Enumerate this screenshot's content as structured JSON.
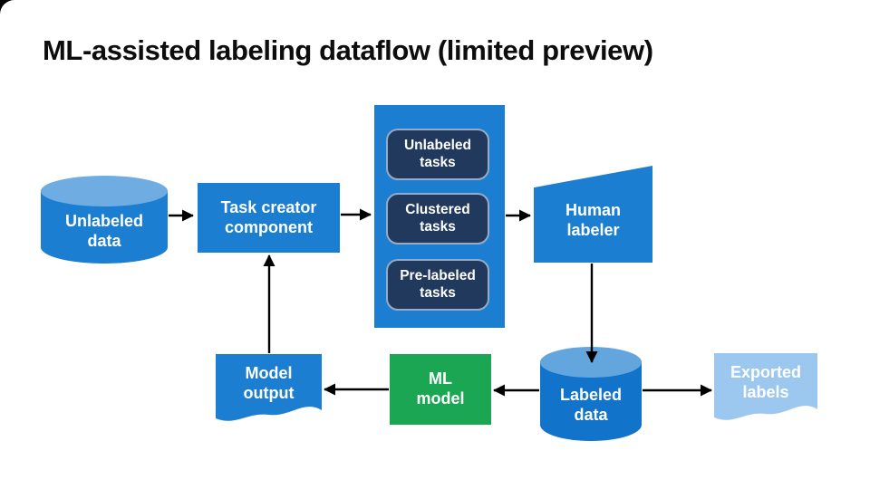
{
  "title": "ML-assisted labeling dataflow (limited preview)",
  "colors": {
    "primary_blue": "#1B7ED1",
    "deep_blue": "#1173C9",
    "cylinder_top_tint": "#6FACE1",
    "task_box_navy": "#20395C",
    "task_box_border": "#97ABC6",
    "green": "#1AA653",
    "light_blue": "#9CC8F0",
    "arrow": "#000000",
    "background": "#ffffff"
  },
  "nodes": {
    "unlabeled_data": {
      "label": "Unlabeled\ndata",
      "shape": "cylinder"
    },
    "task_creator": {
      "label": "Task creator\ncomponent",
      "shape": "rectangle"
    },
    "task_panel": {
      "shape": "rectangle",
      "items": [
        {
          "label": "Unlabeled\ntasks"
        },
        {
          "label": "Clustered\ntasks"
        },
        {
          "label": "Pre-labeled\ntasks"
        }
      ]
    },
    "human_labeler": {
      "label": "Human\nlabeler",
      "shape": "slanted-rectangle"
    },
    "model_output": {
      "label": "Model\noutput",
      "shape": "document"
    },
    "ml_model": {
      "label": "ML\nmodel",
      "shape": "rectangle"
    },
    "labeled_data": {
      "label": "Labeled\ndata",
      "shape": "cylinder"
    },
    "exported_labels": {
      "label": "Exported\nlabels",
      "shape": "document"
    }
  },
  "edges": [
    {
      "from": "unlabeled_data",
      "to": "task_creator"
    },
    {
      "from": "task_creator",
      "to": "task_panel"
    },
    {
      "from": "task_panel",
      "to": "human_labeler"
    },
    {
      "from": "human_labeler",
      "to": "labeled_data"
    },
    {
      "from": "labeled_data",
      "to": "ml_model"
    },
    {
      "from": "ml_model",
      "to": "model_output"
    },
    {
      "from": "model_output",
      "to": "task_creator"
    },
    {
      "from": "labeled_data",
      "to": "exported_labels"
    }
  ]
}
